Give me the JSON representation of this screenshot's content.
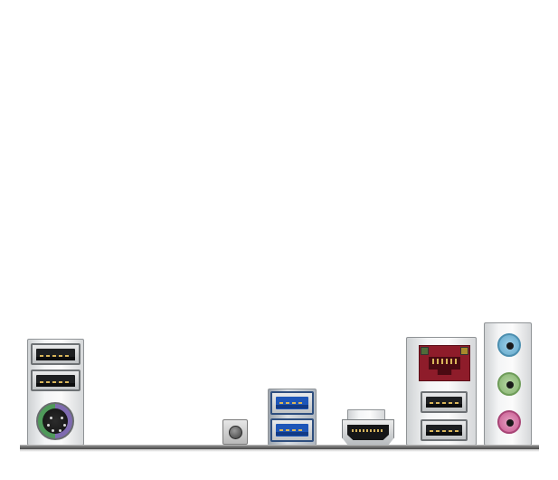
{
  "panel": {
    "ports": [
      {
        "name": "usb-2-port",
        "count": 2,
        "color": "#1d1f21"
      },
      {
        "name": "ps2-combo-port",
        "colors": [
          "#7f6bb1",
          "#4f9a5a"
        ]
      },
      {
        "name": "clear-cmos-button"
      },
      {
        "name": "usb-3-port",
        "count": 2,
        "color": "#1e56b8"
      },
      {
        "name": "hdmi-port"
      },
      {
        "name": "rj45-lan-port",
        "color": "#8e1c2a"
      },
      {
        "name": "usb-2-port",
        "count": 2,
        "color": "#1d1f21"
      },
      {
        "name": "audio-jacks",
        "colors": [
          "#6fb6d8",
          "#8fbf7a",
          "#d071a0"
        ]
      }
    ],
    "pcb_color": "#5a5a5a"
  }
}
